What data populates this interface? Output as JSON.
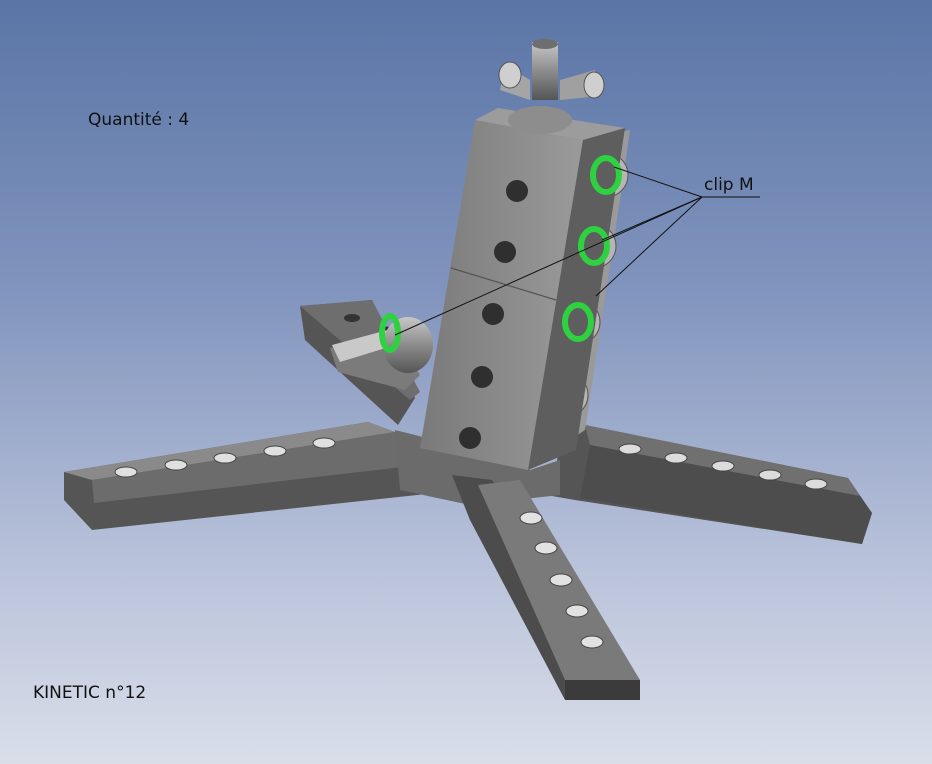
{
  "labels": {
    "quantity": "Quantité : 4",
    "callout": "clip M",
    "title": "KINETIC n°12"
  },
  "colors": {
    "background_top": "#5a75a6",
    "background_bottom": "#d9dee9",
    "part_grey": "#8a8a8a",
    "part_dark": "#4a4a4a",
    "clip_green": "#2ed13f"
  }
}
